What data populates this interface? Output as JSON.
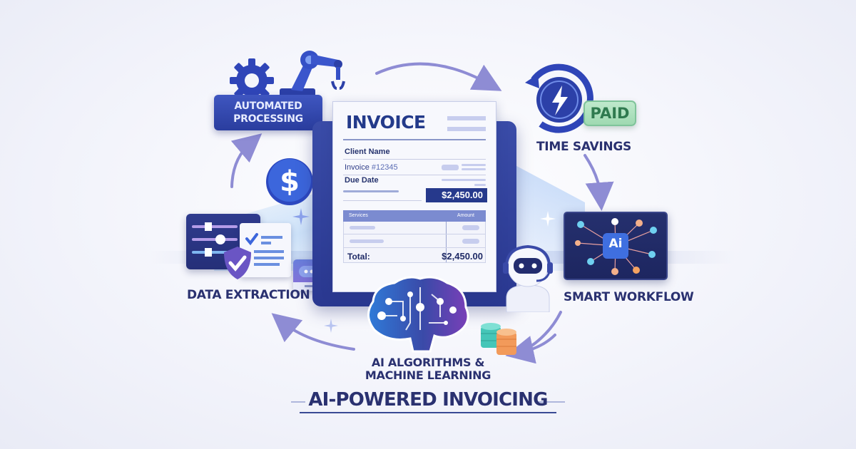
{
  "banner": {
    "title": "AI-POWERED INVOICING"
  },
  "invoice": {
    "heading": "INVOICE",
    "client_label": "Client Name",
    "invoice_label": "Invoice",
    "invoice_number": "#12345",
    "due_date_label": "Due Date",
    "amount_due": "$2,450.00",
    "table": {
      "columns": [
        "Services",
        "Amount"
      ],
      "total_label": "Total:",
      "total_value": "$2,450.00"
    }
  },
  "features": {
    "automated_processing": "AUTOMATED PROCESSING",
    "automated_processing_lines": [
      "AUTOMATED",
      "PROCESSING"
    ],
    "time_savings": "TIME SAVINGS",
    "paid_stamp": "PAID",
    "smart_workflow": "SMART WORKFLOW",
    "smart_workflow_chip": "Ai",
    "data_extraction": "DATA EXTRACTION",
    "ai_ml_lines": [
      "AI ALGORITHMS &",
      "MACHINE LEARNING"
    ]
  },
  "icons": {
    "gear": "gear-icon",
    "robot_arm": "robot-arm-icon",
    "clock_lightning": "clock-lightning-icon",
    "dollar": "dollar-coin-icon",
    "network": "ai-network-icon",
    "sliders": "sliders-icon",
    "checklist": "checklist-icon",
    "shield_check": "shield-check-icon",
    "chat": "chat-bubble-icon",
    "brain": "brain-circuit-icon",
    "robot": "robot-assistant-icon",
    "coins": "coin-stack-icon",
    "sparkle": "sparkle-icon",
    "cycle_arrow": "curved-arrow-icon"
  },
  "colors": {
    "primary": "#2a3d9e",
    "navy_text": "#2a3170",
    "paid_green": "#2f7a4f",
    "accent_purple": "#8a6fd8",
    "accent_teal": "#4fd1c5",
    "accent_orange": "#f4a261"
  }
}
